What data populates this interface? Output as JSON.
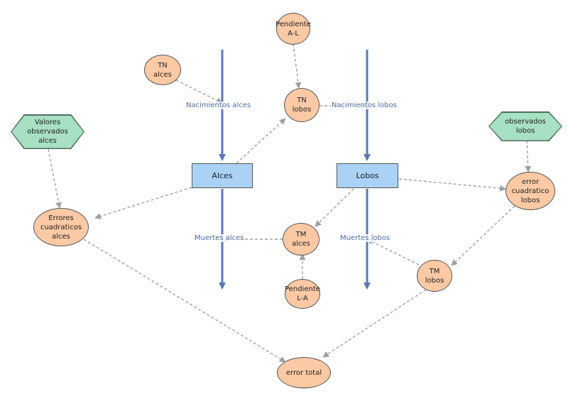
{
  "stocks": {
    "alces": "Alces",
    "lobos": "Lobos"
  },
  "flows": {
    "nacimientos_alces": "Nacimientos alces",
    "nacimientos_lobos": "Nacimientos lobos",
    "muertes_alces": "Muertes alces",
    "muertes_lobos": "Muertes lobos"
  },
  "variables": {
    "pendiente_al": "Pendiente\nA-L",
    "tn_alces": "TN\nalces",
    "tn_lobos": "TN\nlobos",
    "tm_alces": "TM\nalces",
    "tm_lobos": "TM\nlobos",
    "pendiente_la": "Pendiente\nL-A",
    "errores_cuadraticos_alces": "Errores\ncuadraticos\nalces",
    "error_cuadratico_lobos": "error\ncuadratico\nlobos",
    "error_total": "error total"
  },
  "data_inputs": {
    "valores_observados_alces": "Valores\nobservados\nalces",
    "observados_lobos": "observados\nlobos"
  },
  "colors": {
    "variable_fill": "#fcc9a5",
    "stock_fill": "#a9d2f5",
    "data_fill": "#a8e0c4",
    "flow_arrow": "#5a78b5",
    "link": "#a0a0a0"
  }
}
